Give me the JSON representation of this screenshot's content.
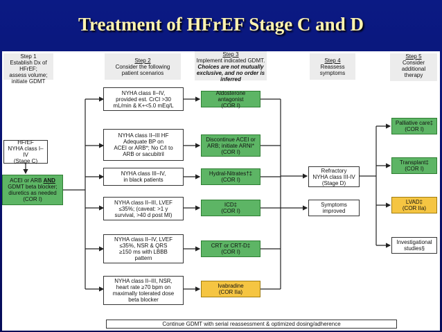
{
  "title": "Treatment of HFrEF Stage C and D",
  "steps": {
    "s1": {
      "head": "Step 1",
      "l1": "Establish Dx of HFrEF;",
      "l2": "assess volume;",
      "l3": "initiate GDMT"
    },
    "s2": {
      "head": "Step 2",
      "l1": "Consider the following",
      "l2": "patient scenarios"
    },
    "s3": {
      "head": "Step 3",
      "l1": "Implement indicated GDMT.",
      "l2": "Choices are not mutually",
      "l3": "exclusive, and no order is",
      "l4": "inferred"
    },
    "s4": {
      "head": "Step 4",
      "l1": "Reassess",
      "l2": "symptoms"
    },
    "s5": {
      "head": "Step 5",
      "l1": "Consider",
      "l2": "additional",
      "l3": "therapy"
    }
  },
  "left": {
    "hfref": {
      "l1": "HFrEF",
      "l2": "NYHA class I–IV",
      "l3": "(Stage C)"
    },
    "gdmt": {
      "l1": "ACEI or ARB",
      "l1b": "AND",
      "l2": "GDMT beta blocker;",
      "l3": "diuretics as needed",
      "l4": "(COR I)"
    }
  },
  "scenarios": [
    {
      "l1": "NYHA class II–IV,",
      "l2": "provided est. CrCl >30",
      "l3": "mL/min & K+<5.0 mEq/L"
    },
    {
      "l1": "NYHA class II–III HF",
      "l2": "Adequate BP on",
      "l3": "ACEI or ARB*; No C/I to",
      "l4": "ARB or sacubitril"
    },
    {
      "l1": "NYHA class III–IV,",
      "l2": "in black patients"
    },
    {
      "l1": "NYHA class II–III, LVEF",
      "l2": "≤35%; (caveat: >1 y",
      "l3": "survival, >40 d post MI)"
    },
    {
      "l1": "NYHA class II–IV, LVEF",
      "l2": "≤35%, NSR & QRS",
      "l3": "≥150 ms with LBBB",
      "l4": "pattern"
    },
    {
      "l1": "NYHA class II–III, NSR,",
      "l2": "heart rate ≥70 bpm on",
      "l3": "maximally tolerated dose",
      "l4": "beta blocker"
    }
  ],
  "therapies": [
    {
      "l1": "Aldosterone antagonist",
      "l2": "(COR I)"
    },
    {
      "l1": "Discontinue ACEI or",
      "l2": "ARB; initiate ARNI*",
      "l3": "(COR I)"
    },
    {
      "l1": "Hydral-Nitrates†‡",
      "l2": "(COR I)"
    },
    {
      "l1": "ICD‡",
      "l2": "(COR I)"
    },
    {
      "l1": "CRT or CRT-D‡",
      "l2": "(COR I)"
    },
    {
      "l1": "Ivabradine",
      "l2": "(COR IIa)"
    }
  ],
  "reassess": {
    "refractory": {
      "l1": "Refractory",
      "l2": "NYHA class III-IV",
      "l3": "(Stage D)"
    },
    "improved": {
      "l1": "Symptoms",
      "l2": "improved"
    }
  },
  "additional": [
    {
      "l1": "Palliative care‡",
      "l2": "(COR I)"
    },
    {
      "l1": "Transplant‡",
      "l2": "(COR I)"
    },
    {
      "l1": "LVAD‡",
      "l2": "(COR IIa)"
    },
    {
      "l1": "Investigational",
      "l2": "studies§"
    }
  ],
  "footer": "Continue GDMT with serial reassessment & optimized dosing/adherence",
  "colors": {
    "green": "#5db565",
    "yellow": "#f5c542",
    "background": "#0b1a84",
    "title": "#fff4b0"
  }
}
